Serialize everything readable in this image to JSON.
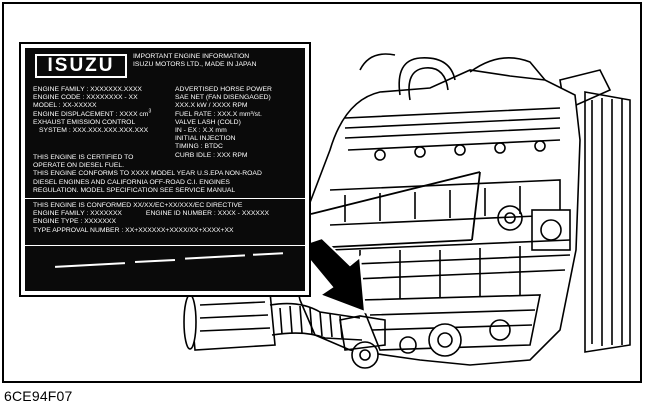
{
  "figure_id": "6CE94F07",
  "label": {
    "logo": "ISUZU",
    "header": [
      "IMPORTANT ENGINE INFORMATION",
      "ISUZU MOTORS LTD., MADE IN JAPAN"
    ],
    "left": [
      "ENGINE FAMILY : XXXXXXX.XXXX",
      "ENGINE CODE : XXXXXXXX - XX",
      "MODEL : XX-XXXXX",
      "ENGINE DISPLACEMENT : XXXX cm",
      "EXHAUST EMISSION CONTROL",
      "SYSTEM : XXX.XXX.XXX.XXX.XXX"
    ],
    "right": [
      "ADVERTISED HORSE POWER",
      "SAE NET (FAN DISENGAGED)",
      "XXX.X kW / XXXX RPM",
      "FUEL RATE : XXX.X mm³/st.",
      "VALVE LASH (COLD)",
      "IN - EX : X.X mm",
      "INITIAL INJECTION",
      "TIMING : BTDC",
      "CURB IDLE : XXX RPM"
    ],
    "cert": [
      "THIS ENGINE IS CERTIFIED TO",
      "OPERATE ON DIESEL FUEL.",
      "THIS ENGINE CONFORMS TO XXXX MODEL YEAR U.S.EPA NON-ROAD",
      "DIESEL ENGINES AND CALIFORNIA OFF-ROAD C.I. ENGINES",
      "REGULATION.  MODEL SPECIFICATION SEE SERVICE MANUAL"
    ],
    "conform": [
      "THIS ENGINE IS CONFORMED XX/XX/EC+XX/XXX/EC DIRECTIVE",
      "ENGINE FAMILY : XXXXXXX",
      "ENGINE ID NUMBER : XXXX - XXXXXX",
      "ENGINE TYPE : XXXXXXX",
      "TYPE APPROVAL NUMBER : XX+XXXXXX+XXXX/XX+XXXX+XX"
    ]
  }
}
